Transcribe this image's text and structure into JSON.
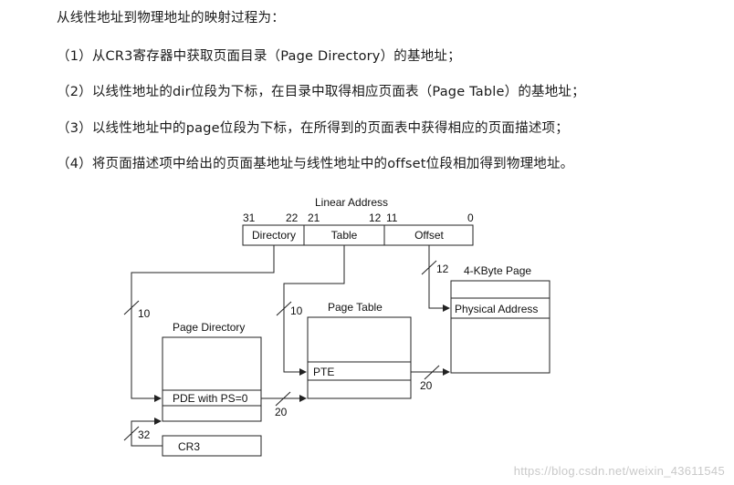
{
  "text": {
    "intro": "从线性地址到物理地址的映射过程为：",
    "steps": [
      "（1）从CR3寄存器中获取页面目录（Page Directory）的基地址；",
      "（2）以线性地址的dir位段为下标，在目录中取得相应页面表（Page Table）的基地址；",
      "（3）以线性地址中的page位段为下标，在所得到的页面表中获得相应的页面描述项；",
      "（4）将页面描述项中给出的页面基地址与线性地址中的offset位段相加得到物理地址。"
    ]
  },
  "diagram": {
    "title": "Linear Address",
    "bit_labels": {
      "b31": "31",
      "b22": "22",
      "b21": "21",
      "b12": "12",
      "b11": "11",
      "b0": "0"
    },
    "fields": {
      "directory": "Directory",
      "table": "Table",
      "offset": "Offset"
    },
    "boxes": {
      "page_directory_title": "Page Directory",
      "pde_entry": "PDE with PS=0",
      "page_table_title": "Page Table",
      "pte_entry": "PTE",
      "page_title": "4-KByte Page",
      "physical_address": "Physical Address",
      "cr3": "CR3"
    },
    "bus_widths": {
      "dir_index": "10",
      "table_index": "10",
      "offset_bits": "12",
      "cr3_bits": "32",
      "pde_to_pt": "20",
      "pte_to_page": "20"
    }
  },
  "watermark": "https://blog.csdn.net/weixin_43611545"
}
